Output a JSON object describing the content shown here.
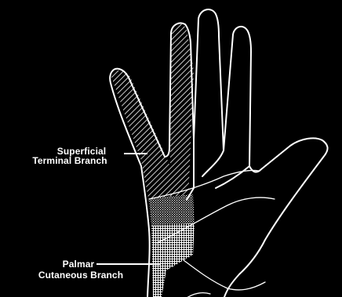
{
  "labels": {
    "superficial_terminal_branch": {
      "line1": "Superficial",
      "line2": "Terminal Branch"
    },
    "palmar_cutaneous_branch": {
      "line1": "Palmar",
      "line2": "Cutaneous Branch"
    }
  },
  "colors": {
    "background": "#000000",
    "outline": "#ffffff",
    "shading": "#ffffff"
  },
  "regions": [
    {
      "id": "superficial-terminal-branch-area",
      "pattern": "diagonal-hatch"
    },
    {
      "id": "overlap-area",
      "pattern": "fine-stipple"
    },
    {
      "id": "palmar-cutaneous-branch-area",
      "pattern": "dense-crosshatch"
    }
  ]
}
